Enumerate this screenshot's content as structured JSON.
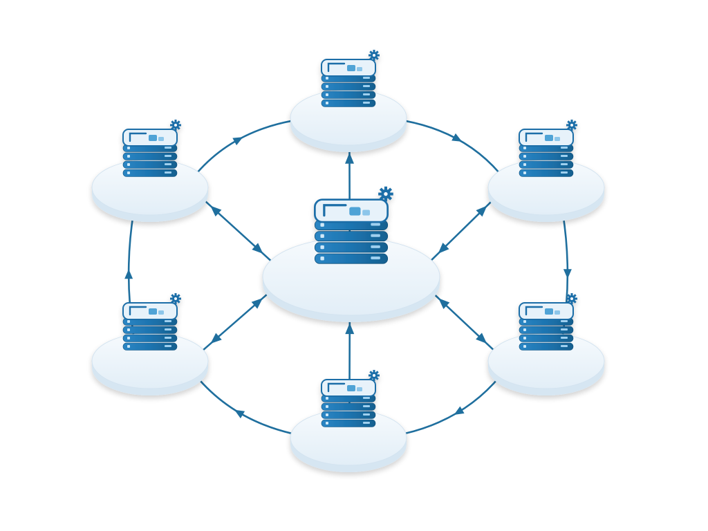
{
  "diagram": {
    "type": "network-topology",
    "center_node": {
      "id": "hub",
      "icon": "server-stack-icon"
    },
    "peripheral_nodes": [
      {
        "id": "top",
        "icon": "server-stack-icon"
      },
      {
        "id": "upper-left",
        "icon": "server-stack-icon"
      },
      {
        "id": "upper-right",
        "icon": "server-stack-icon"
      },
      {
        "id": "lower-left",
        "icon": "server-stack-icon"
      },
      {
        "id": "lower-right",
        "icon": "server-stack-icon"
      },
      {
        "id": "bottom",
        "icon": "server-stack-icon"
      }
    ],
    "spoke_links": [
      {
        "from": "hub",
        "to": "top",
        "arrow": "outward"
      },
      {
        "from": "upper-left",
        "to": "hub",
        "arrow": "both"
      },
      {
        "from": "hub",
        "to": "upper-right",
        "arrow": "both"
      },
      {
        "from": "hub",
        "to": "lower-left",
        "arrow": "both"
      },
      {
        "from": "hub",
        "to": "lower-right",
        "arrow": "both"
      },
      {
        "from": "bottom",
        "to": "hub",
        "arrow": "inward"
      }
    ],
    "ring_links": [
      {
        "from": "upper-left",
        "to": "top"
      },
      {
        "from": "top",
        "to": "upper-right"
      },
      {
        "from": "upper-right",
        "to": "lower-right"
      },
      {
        "from": "lower-right",
        "to": "bottom"
      },
      {
        "from": "bottom",
        "to": "lower-left"
      },
      {
        "from": "lower-left",
        "to": "upper-left"
      }
    ],
    "colors": {
      "line": "#1f6f9e",
      "server_dark": "#1a6ea8",
      "server_light": "#4fa3d6",
      "platform_top": "#edf4fa",
      "platform_side": "#d6e6f2"
    }
  }
}
